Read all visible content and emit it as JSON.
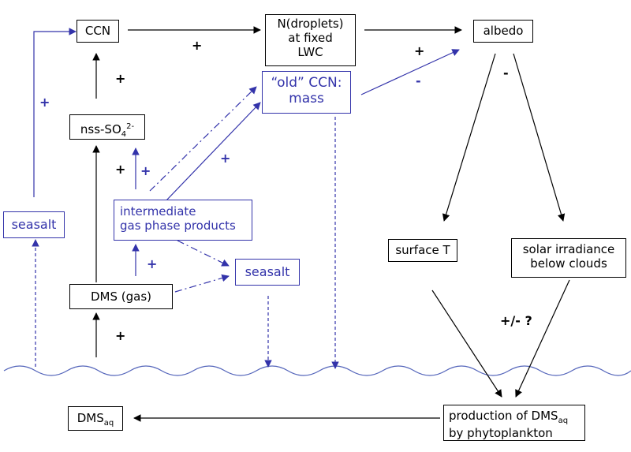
{
  "colors": {
    "black": "#000000",
    "blue": "#3333aa",
    "wave": "#5566bb"
  },
  "nodes": {
    "ccn": "CCN",
    "n_droplets": [
      "N(droplets)",
      "at fixed",
      "LWC"
    ],
    "albedo": "albedo",
    "nss_so4": {
      "text": "nss-SO",
      "sub": "4",
      "sup": "2-"
    },
    "old_ccn": [
      "“old” CCN:",
      "mass"
    ],
    "seasalt_left": "seasalt",
    "intermediate": [
      "intermediate",
      "gas phase products"
    ],
    "seasalt_center": "seasalt",
    "dms_gas": "DMS (gas)",
    "surface_t": "surface T",
    "solar": [
      "solar irradiance",
      "below clouds"
    ],
    "dms_aq": {
      "text": "DMS",
      "sub": "aq"
    },
    "production": {
      "line1_text": "production of DMS",
      "line1_sub": "aq",
      "line2": "by phytoplankton"
    }
  },
  "signs": {
    "ccn_to_n": "+",
    "old_to_albedo_plus": "+",
    "old_to_albedo_minus": "-",
    "albedo_minus": "-",
    "nss_to_ccn": "+",
    "seasalt_left_to_ccn": "+",
    "dms_to_nss": "+",
    "inter_to_nss": "+",
    "inter_to_old": "+",
    "dms_to_inter": "+",
    "sea_to_dms": "+",
    "to_production": "+/- ?"
  }
}
